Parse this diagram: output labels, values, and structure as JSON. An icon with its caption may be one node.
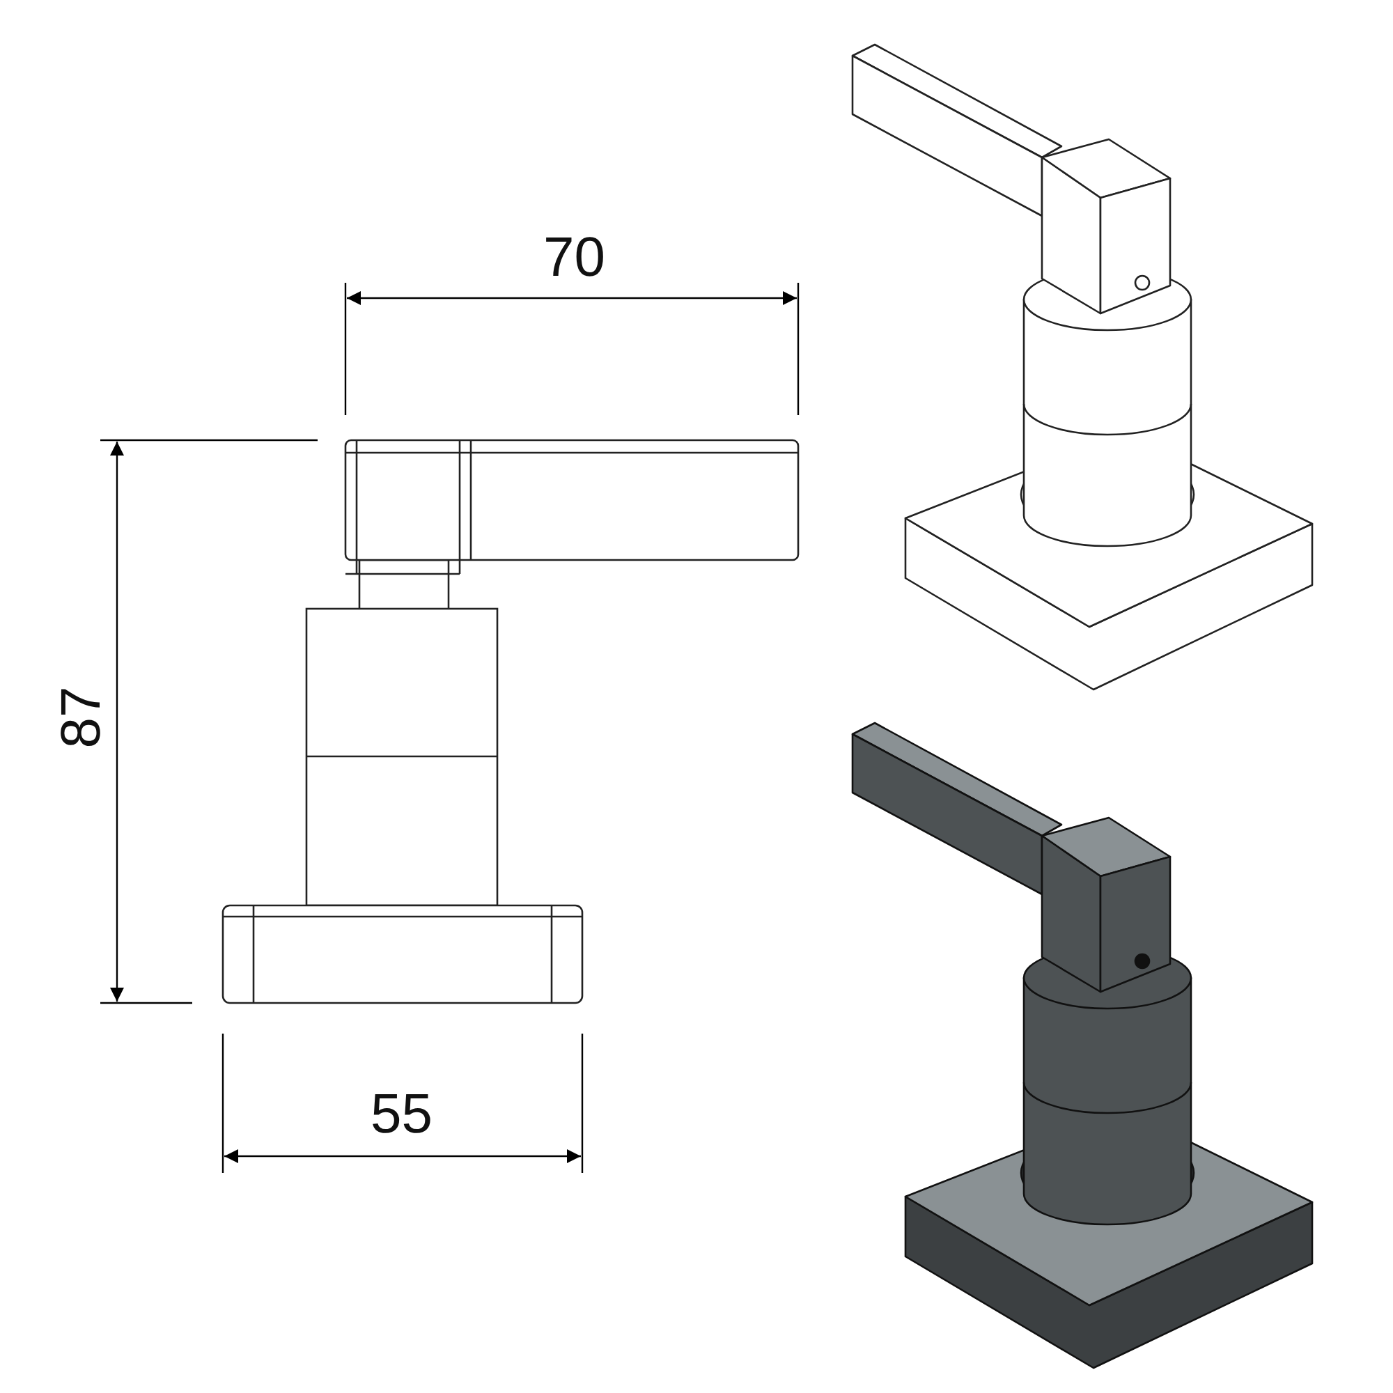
{
  "diagram": {
    "labels": [
      "70",
      "87",
      "55"
    ]
  }
}
